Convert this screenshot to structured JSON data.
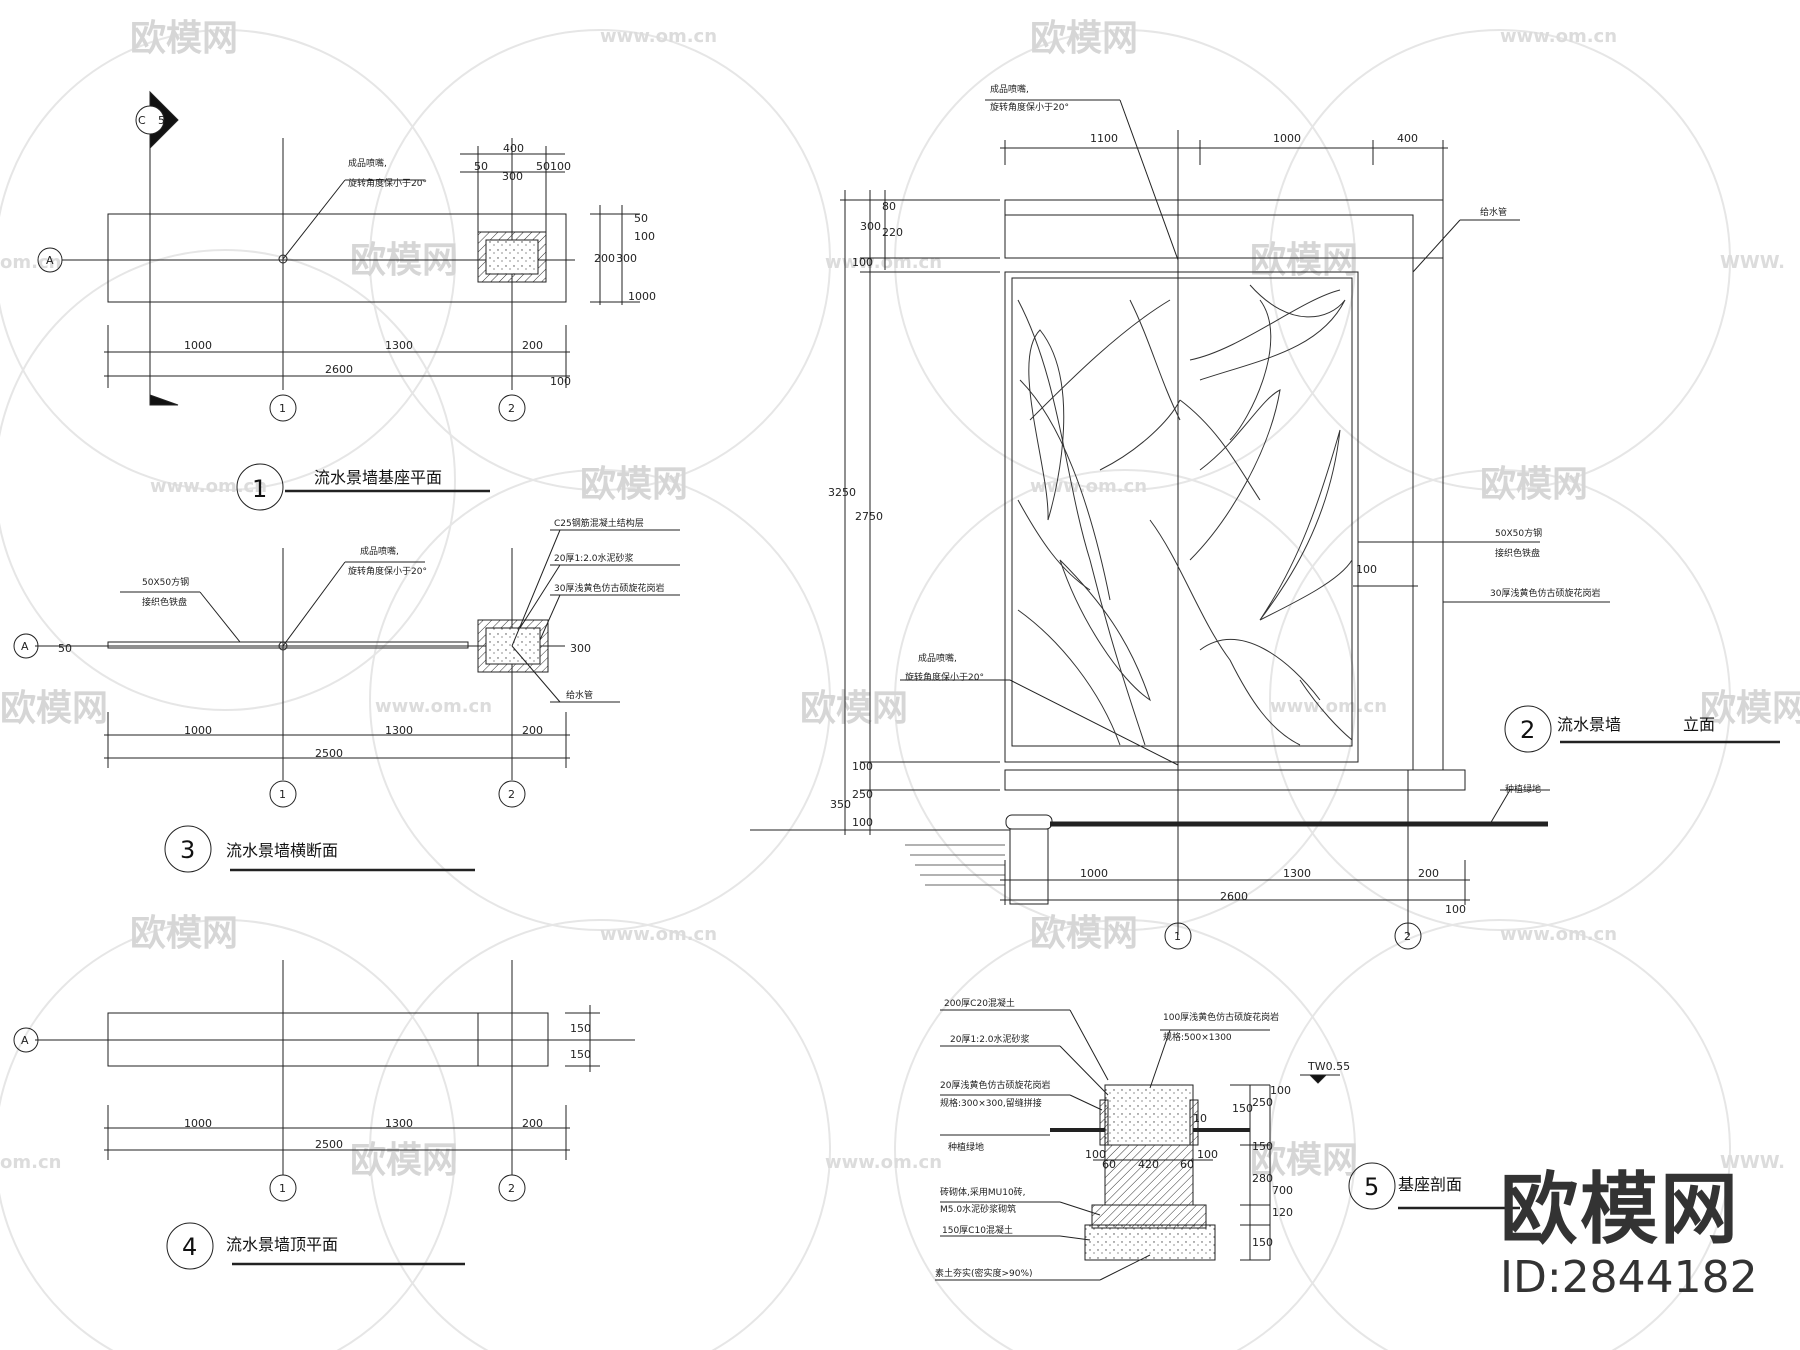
{
  "watermark": {
    "site": "欧模网",
    "url": "www.om.cn",
    "url_short": "om.cn",
    "url_frag": "WWW."
  },
  "brand": {
    "name": "欧模网",
    "id": "ID:2844182"
  },
  "axes": {
    "a": "A",
    "one": "1",
    "two": "2"
  },
  "view1": {
    "section_mark": "C",
    "section_mark_b": "5",
    "num": "1",
    "title": "流水景墙基座平面",
    "note1": "成品喷嘴,",
    "note2": "旋转角度保小于20°",
    "dims": {
      "d400": "400",
      "d50a": "50",
      "d50b": "50",
      "d100a": "100",
      "d300": "300",
      "d1000": "1000",
      "d1300": "1300",
      "d200": "200",
      "d2600": "2600",
      "d100b": "100",
      "r50": "50",
      "r100": "100",
      "r200": "200",
      "r300": "300",
      "r1000": "1000"
    }
  },
  "view3": {
    "num": "3",
    "title": "流水景墙横断面",
    "note_pipe1": "50X50方钢",
    "note_pipe2": "接织色铁盘",
    "note1": "成品喷嘴,",
    "note2": "旋转角度保小于20°",
    "layer1": "C25钢筋混凝土结构层",
    "layer2": "20厚1:2.0水泥砂浆",
    "layer3": "30厚浅黄色仿古硕旋花岗岩",
    "drain": "给水管",
    "dims": {
      "d50": "50",
      "d300": "300",
      "d1000": "1000",
      "d1300": "1300",
      "d200": "200",
      "d2500": "2500"
    }
  },
  "view4": {
    "num": "4",
    "title": "流水景墙顶平面",
    "dims": {
      "d150a": "150",
      "d150b": "150",
      "d1000": "1000",
      "d1300": "1300",
      "d200": "200",
      "d2500": "2500"
    }
  },
  "view2": {
    "num": "2",
    "title": "流水景墙",
    "title_b": "立面",
    "note_top1": "成品喷嘴,",
    "note_top2": "旋转角度保小于20°",
    "note_pipe": "给水管",
    "note_tube1": "50X50方钢",
    "note_tube2": "接织色铁盘",
    "note_stone": "30厚浅黄色仿古硕旋花岗岩",
    "note_mid1": "成品喷嘴,",
    "note_mid2": "旋转角度保小于20°",
    "note_ground": "种植绿地",
    "dims": {
      "d1100": "1100",
      "d1000": "1000",
      "d400": "400",
      "v300": "300",
      "v220": "220",
      "v80": "80",
      "v100a": "100",
      "v3250": "3250",
      "v2750": "2750",
      "v100b": "100",
      "v250": "250",
      "v100c": "100",
      "v350": "350",
      "h100": "100",
      "b1000": "1000",
      "b1300": "1300",
      "b200": "200",
      "b2600": "2600",
      "b100": "100"
    }
  },
  "view5": {
    "num": "5",
    "title": "基座剖面",
    "l1": "200厚C20混凝土",
    "l2": "20厚1:2.0水泥砂浆",
    "l3": "20厚浅黄色仿古硕旋花岗岩",
    "l3b": "规格:300×300,留缝拼接",
    "l4": "100厚浅黄色仿古硕旋花岗岩",
    "l4b": "规格:500×1300",
    "l5": "种植绿地",
    "l6": "砖砌体,采用MU10砖,",
    "l7": "M5.0水泥砂浆砌筑",
    "l8": "150厚C10混凝土",
    "l9": "素土夯实(密实度>90%)",
    "tw": "TW0.55",
    "dims": {
      "d100a": "100",
      "d60a": "60",
      "d420": "420",
      "d60b": "60",
      "d100b": "100",
      "d10": "10",
      "v150a": "150",
      "v250": "250",
      "v100": "100",
      "v150b": "150",
      "v280": "280",
      "v700": "700",
      "v120": "120",
      "v150c": "150"
    }
  }
}
